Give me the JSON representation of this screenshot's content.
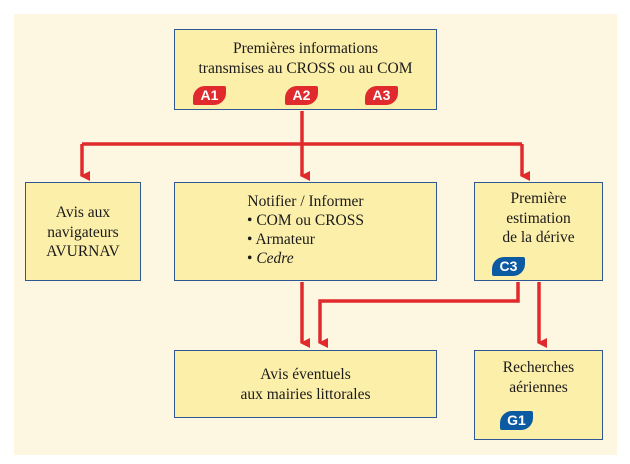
{
  "colors": {
    "arrow": "#e02a2d",
    "box_fill": "#fcefaa",
    "box_border": "#2f5893",
    "background": "#fdf7e1",
    "badge_red": "#e02a2d",
    "badge_blue": "#0b5aa2"
  },
  "nodes": {
    "first_info": {
      "lines": [
        "Premières informations",
        "transmises au CROSS ou au COM"
      ],
      "badges": [
        "A1",
        "A2",
        "A3"
      ]
    },
    "avurnav": {
      "lines": [
        "Avis aux",
        "navigateurs",
        "AVURNAV"
      ]
    },
    "notify": {
      "title": "Notifier / Informer",
      "items": [
        "COM ou CROSS",
        "Armateur",
        "Cedre"
      ],
      "bullet": "•"
    },
    "drift": {
      "lines": [
        "Première",
        "estimation",
        "de la dérive"
      ],
      "badge": "C3"
    },
    "mayors": {
      "lines": [
        "Avis éventuels",
        "aux mairies littorales"
      ]
    },
    "air_search": {
      "lines": [
        "Recherches",
        "aériennes"
      ],
      "badge": "G1"
    }
  }
}
